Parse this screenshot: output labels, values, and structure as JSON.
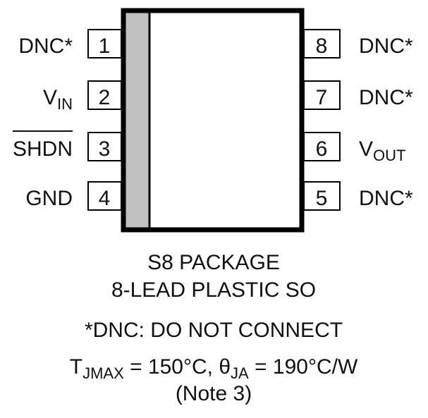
{
  "package": {
    "title": "S8 PACKAGE",
    "subtitle": "8-LEAD PLASTIC SO",
    "body_color": "#ffffff",
    "pin1_stripe_color": "#c0c0c0",
    "outline_color": "#000000"
  },
  "pins": {
    "left": [
      {
        "number": "1",
        "name": "DNC*",
        "subscript": "",
        "overbar": false
      },
      {
        "number": "2",
        "name": "V",
        "subscript": "IN",
        "overbar": false
      },
      {
        "number": "3",
        "name": "SHDN",
        "subscript": "",
        "overbar": true
      },
      {
        "number": "4",
        "name": "GND",
        "subscript": "",
        "overbar": false
      }
    ],
    "right": [
      {
        "number": "8",
        "name": "DNC*",
        "subscript": "",
        "overbar": false
      },
      {
        "number": "7",
        "name": "DNC*",
        "subscript": "",
        "overbar": false
      },
      {
        "number": "6",
        "name": "V",
        "subscript": "OUT",
        "overbar": false
      },
      {
        "number": "5",
        "name": "DNC*",
        "subscript": "",
        "overbar": false
      }
    ]
  },
  "notes": {
    "dnc": "*DNC: DO NOT CONNECT",
    "thermal": {
      "t_symbol": "T",
      "t_subscript": "JMAX",
      "t_value": " = 150°C, ",
      "theta_symbol": "θ",
      "theta_subscript": "JA",
      "theta_value": " = 190°C/W"
    },
    "reference": "(Note 3)"
  }
}
